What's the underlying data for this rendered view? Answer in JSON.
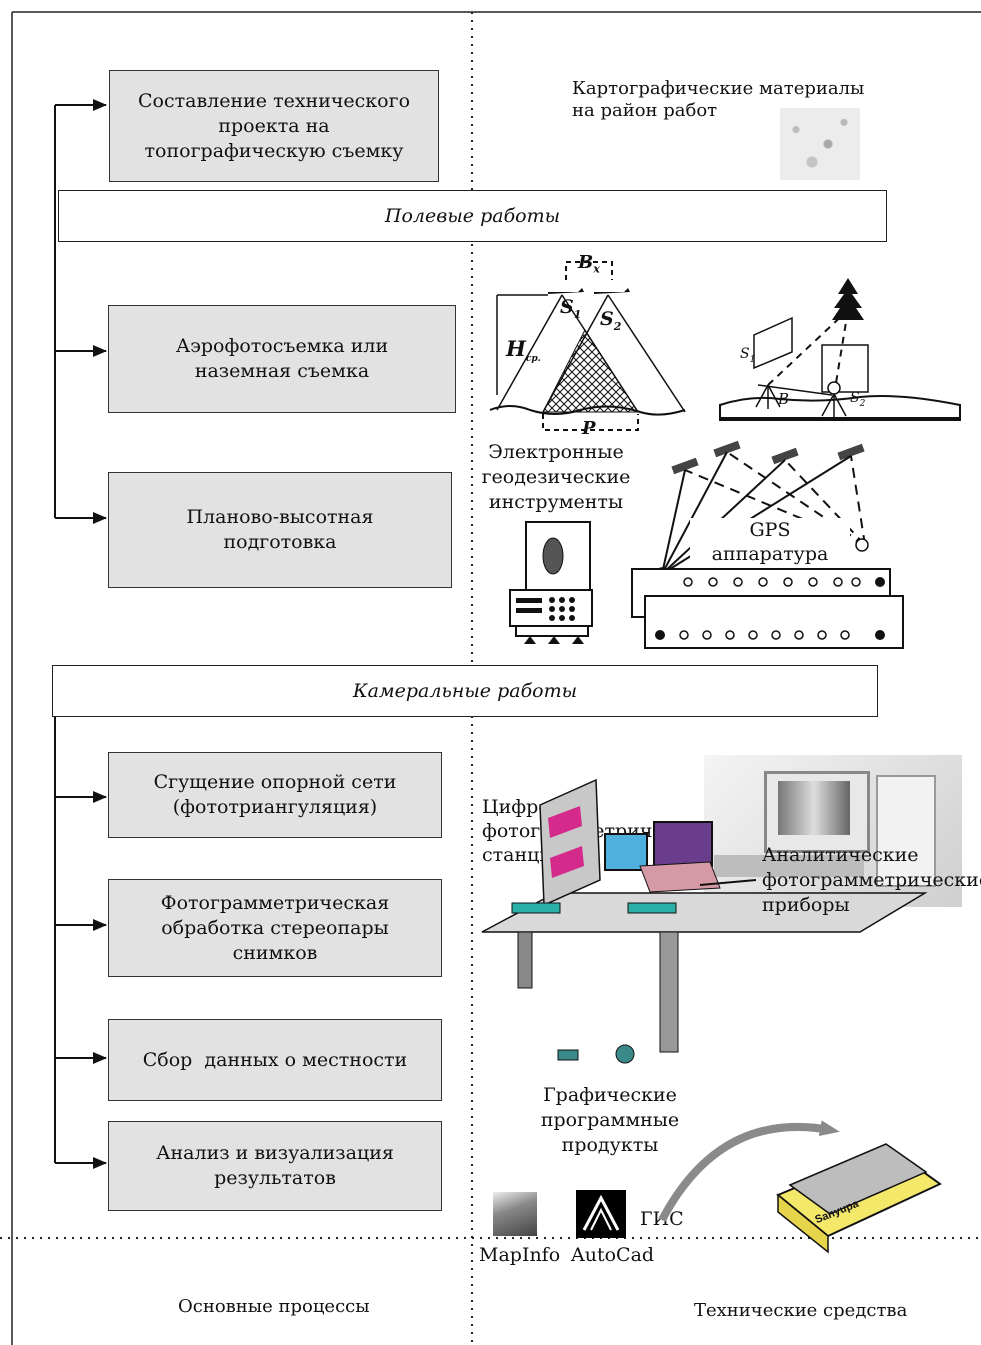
{
  "processes": {
    "compose_project": "Составление технического проекта на топографическую съемку",
    "aerial_survey": "Аэрофотосъемка или наземная съемка",
    "control_prep": "Планово-высотная подготовка",
    "densification": "Сгущение опорной сети (фототриангуляция)",
    "stereo_processing": "Фотограмметрическая обработка стереопары снимков",
    "data_collection": "Сбор  данных о местности",
    "analysis": "Анализ и визуализация результатов"
  },
  "bands": {
    "field": "Полевые работы",
    "office": "Камеральные работы"
  },
  "tools": {
    "maps": "Картографические материалы на район работ",
    "instruments": "Электронные геодезические инструменты",
    "gps": "GPS аппаратура",
    "digital_stations": "Цифровые фотограмметрические станции",
    "analytic_devices": "Аналитические фотограмметрические приборы",
    "graphic_software": "Графические программные продукты",
    "mapinfo": "MapInfo",
    "autocad": "AutoCad",
    "gis": "ГИС",
    "plotter_brand": "Sanyupa"
  },
  "aerial_labels": {
    "bx": "B",
    "bx_sub": "x",
    "s1": "S",
    "s1_sub": "1",
    "s2": "S",
    "s2_sub": "2",
    "h": "H",
    "h_sub": "ср.",
    "p": "P",
    "ground_s1": "S",
    "ground_s1_sub": "1",
    "ground_s2": "S",
    "ground_s2_sub": "2",
    "ground_b": "B"
  },
  "footer": {
    "left": "Основные процессы",
    "right": "Технические средства"
  }
}
